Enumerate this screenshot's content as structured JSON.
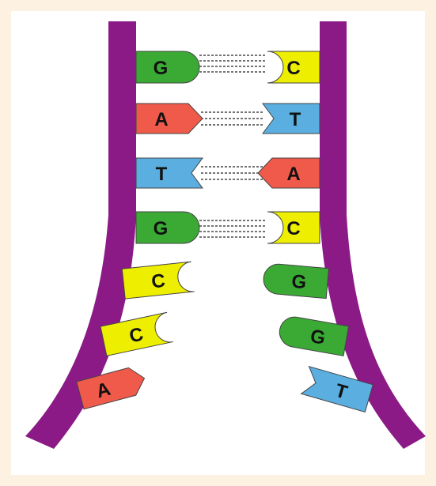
{
  "colors": {
    "page_background": "#fdf1e1",
    "panel_background": "#ffffff",
    "backbone": "#8b1a86",
    "outline": "#444444",
    "G": "#3aaa35",
    "C": "#eeee00",
    "A": "#ef5a4a",
    "T": "#5aaee0"
  },
  "diagram": {
    "paired_rows": [
      {
        "left": "G",
        "right": "C"
      },
      {
        "left": "A",
        "right": "T"
      },
      {
        "left": "T",
        "right": "A"
      },
      {
        "left": "G",
        "right": "C"
      }
    ],
    "unpaired_left": [
      "C",
      "C",
      "A"
    ],
    "unpaired_right": [
      "G",
      "G",
      "T"
    ]
  }
}
